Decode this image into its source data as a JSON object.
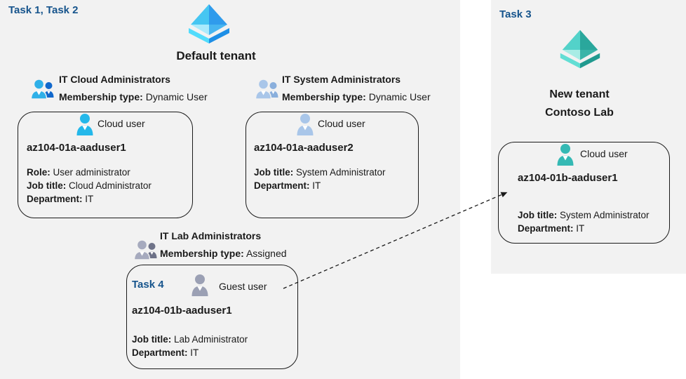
{
  "colors": {
    "panel_bg": "#f2f2f2",
    "task_blue": "#16548c",
    "card_border": "#1a1a1a",
    "pyramid_blue_light": "#46c6f2",
    "pyramid_blue_dark": "#1e8fe6",
    "pyramid_teal_light": "#53d2c9",
    "pyramid_teal_dark": "#219a8f"
  },
  "left": {
    "task_label": "Task 1, Task 2",
    "tenant_icon": "azure-ad-pyramid-blue",
    "tenant_name": "Default tenant",
    "groups": [
      {
        "icon": "group-people-blue",
        "name": "IT Cloud Administrators",
        "membership_label": "Membership type:",
        "membership_value": "Dynamic User"
      },
      {
        "icon": "group-people-steel",
        "name": "IT System Administrators",
        "membership_label": "Membership type:",
        "membership_value": "Dynamic User"
      },
      {
        "icon": "group-people-gray",
        "name": "IT Lab Administrators",
        "membership_label": "Membership type:",
        "membership_value": "Assigned"
      }
    ],
    "cards": [
      {
        "user_icon": "person-cyan",
        "user_type": "Cloud user",
        "id": "az104-01a-aaduser1",
        "fields": [
          {
            "label": "Role:",
            "value": "User administrator"
          },
          {
            "label": "Job title:",
            "value": "Cloud Administrator"
          },
          {
            "label": "Department:",
            "value": "IT"
          }
        ]
      },
      {
        "user_icon": "person-steel",
        "user_type": "Cloud user",
        "id": "az104-01a-aaduser2",
        "fields": [
          {
            "label": "Job title:",
            "value": "System Administrator"
          },
          {
            "label": "Department:",
            "value": "IT"
          }
        ]
      },
      {
        "task_label": "Task 4",
        "user_icon": "person-gray",
        "user_type": "Guest user",
        "id": "az104-01b-aaduser1",
        "fields": [
          {
            "label": "Job title:",
            "value": "Lab Administrator"
          },
          {
            "label": "Department:",
            "value": "IT"
          }
        ]
      }
    ]
  },
  "right": {
    "task_label": "Task 3",
    "tenant_icon": "azure-ad-pyramid-teal",
    "tenant_name_line1": "New tenant",
    "tenant_name_line2": "Contoso Lab",
    "card": {
      "user_icon": "person-teal",
      "user_type": "Cloud user",
      "id": "az104-01b-aaduser1",
      "fields": [
        {
          "label": "Job title:",
          "value": "System Administrator"
        },
        {
          "label": "Department:",
          "value": "IT"
        }
      ]
    }
  },
  "arrow": {
    "style": "dashed"
  }
}
